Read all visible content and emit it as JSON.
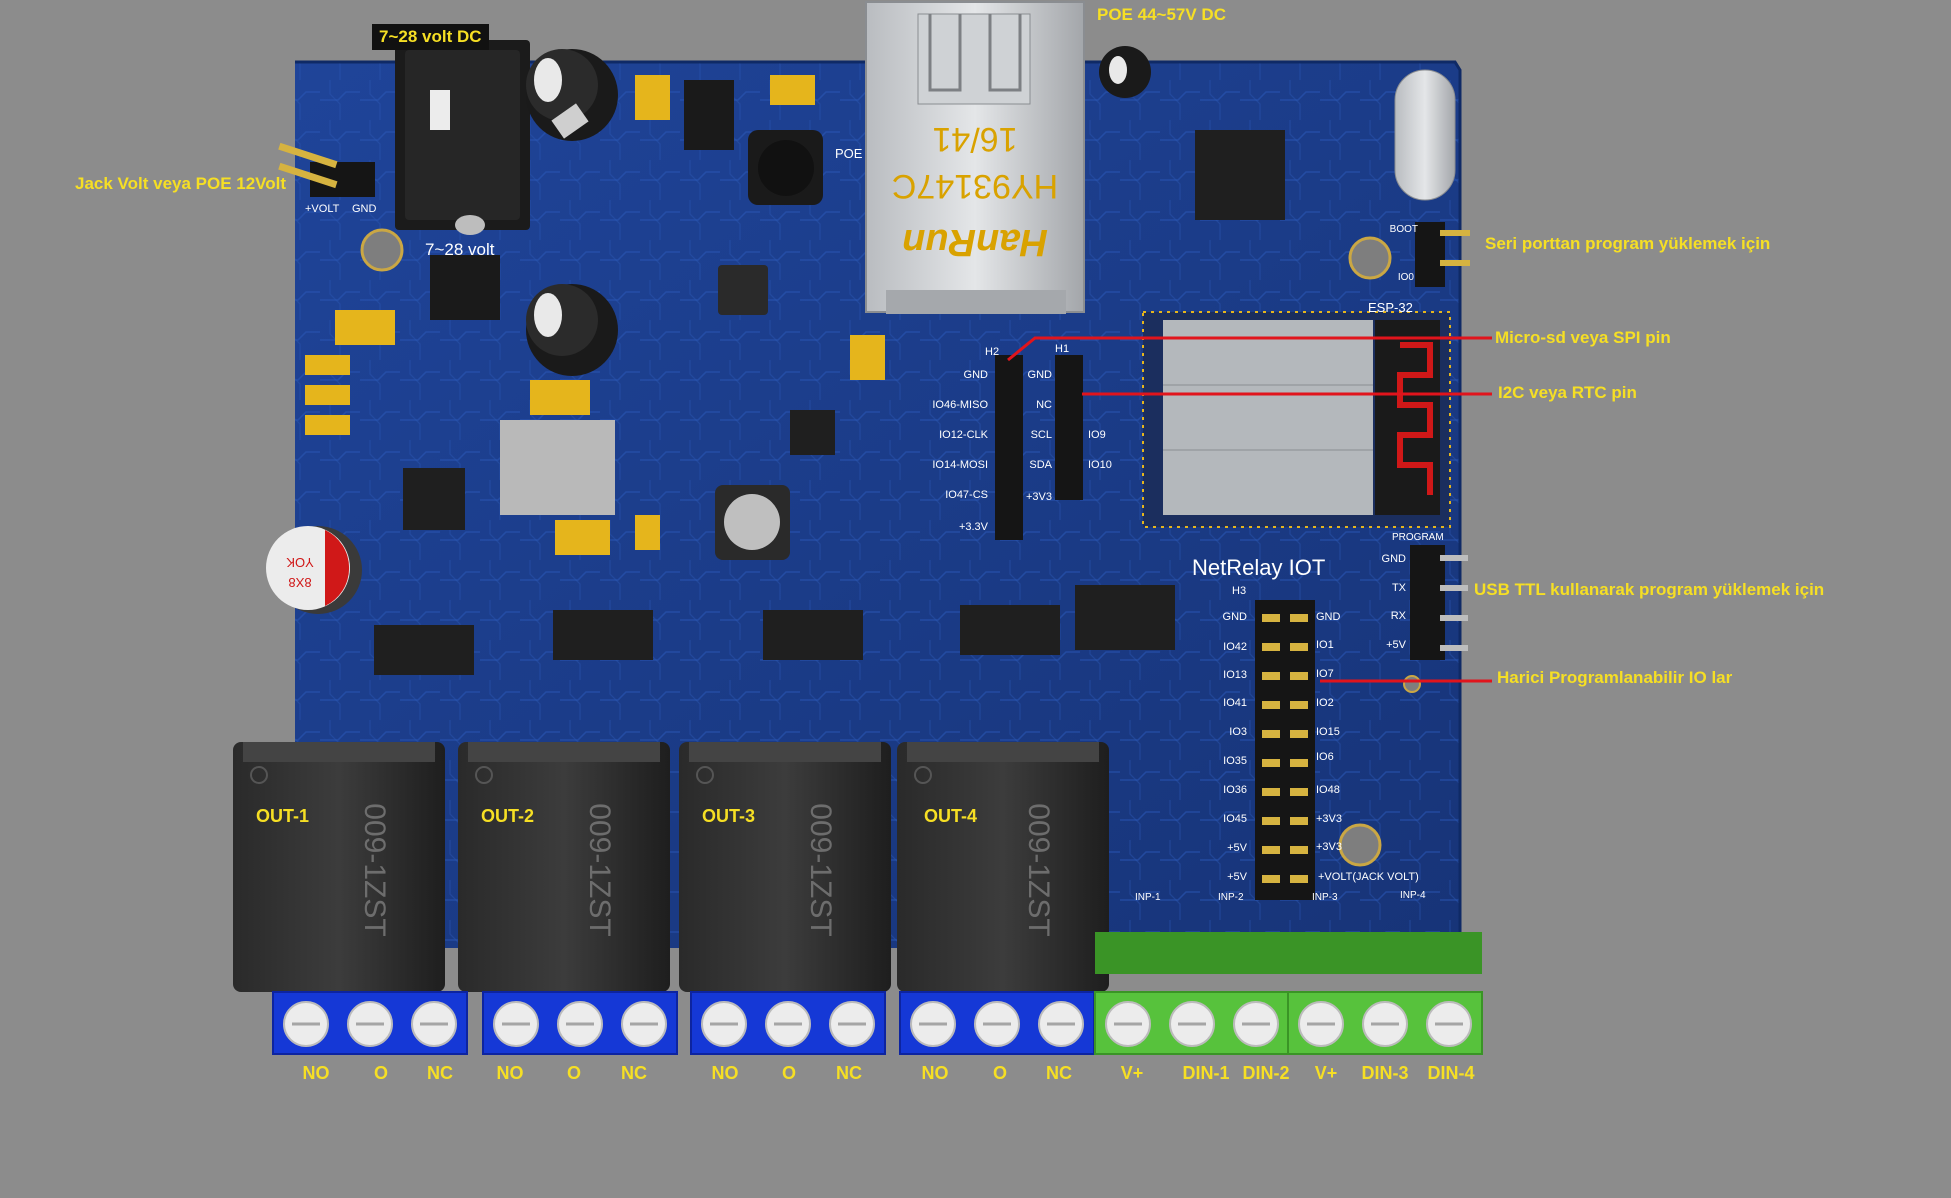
{
  "board": {
    "brand": "NetRelay IOT",
    "module": "ESP-32",
    "colors": {
      "background": "#8c8c8c",
      "pcb": "#1d3f8f",
      "label": "#f6df24",
      "callout_line": "#e1141c"
    },
    "silk": {
      "dc_jack": "7~28 volt",
      "eth_brand": "HanRun",
      "eth_model": "HY93147C",
      "eth_code": "16/41",
      "poe": "POE",
      "relay_model": "009-1ZST",
      "cap_text_1": "YOK",
      "cap_text_2": "8X8",
      "jv_plus": "+VOLT",
      "jv_gnd": "GND",
      "boot_header": "BOOT",
      "io0": "IO0",
      "program_header": "PROGRAM",
      "prog_pins": [
        "GND",
        "TX",
        "RX",
        "+5V"
      ],
      "h2_label": "H2",
      "h2_pins": [
        "GND",
        "IO46-MISO",
        "IO12-CLK",
        "IO14-MOSI",
        "IO47-CS",
        "+3.3V"
      ],
      "h1_label": "H1",
      "h1_pins": [
        "GND",
        "NC",
        "SCL",
        "SDA",
        "+3V3"
      ],
      "h1_right": [
        "IO9",
        "IO10"
      ],
      "h3_label": "H3",
      "h3_left": [
        "GND",
        "IO42",
        "IO13",
        "IO41",
        "IO3",
        "IO35",
        "IO36",
        "IO45",
        "+5V",
        "+5V"
      ],
      "h3_right": [
        "GND",
        "IO1",
        "IO7",
        "IO2",
        "IO15",
        "IO6",
        "IO48",
        "+3V3",
        "+3V3",
        "+VOLT(JACK VOLT)"
      ],
      "inputs": [
        "INP-1",
        "INP-2",
        "INP-3",
        "INP-4"
      ]
    }
  },
  "annotations": {
    "dc_input": "7~28 volt DC",
    "poe_input": "POE 44~57V DC",
    "jack_volt": "Jack Volt  veya POE 12Volt",
    "serial_prog": "Seri porttan program yüklemek için",
    "microsd_spi": "Micro-sd veya SPI pin",
    "i2c_rtc": "I2C veya RTC pin",
    "usb_ttl": "USB TTL kullanarak program yüklemek için",
    "ext_io": "Harici Programlanabilir IO lar"
  },
  "outputs": [
    "OUT-1",
    "OUT-2",
    "OUT-3",
    "OUT-4"
  ],
  "terminals": [
    "NO",
    "O",
    "NC",
    "NO",
    "O",
    "NC",
    "NO",
    "O",
    "NC",
    "NO",
    "O",
    "NC",
    "V+",
    "DIN-1",
    "DIN-2",
    "V+",
    "DIN-3",
    "DIN-4"
  ]
}
